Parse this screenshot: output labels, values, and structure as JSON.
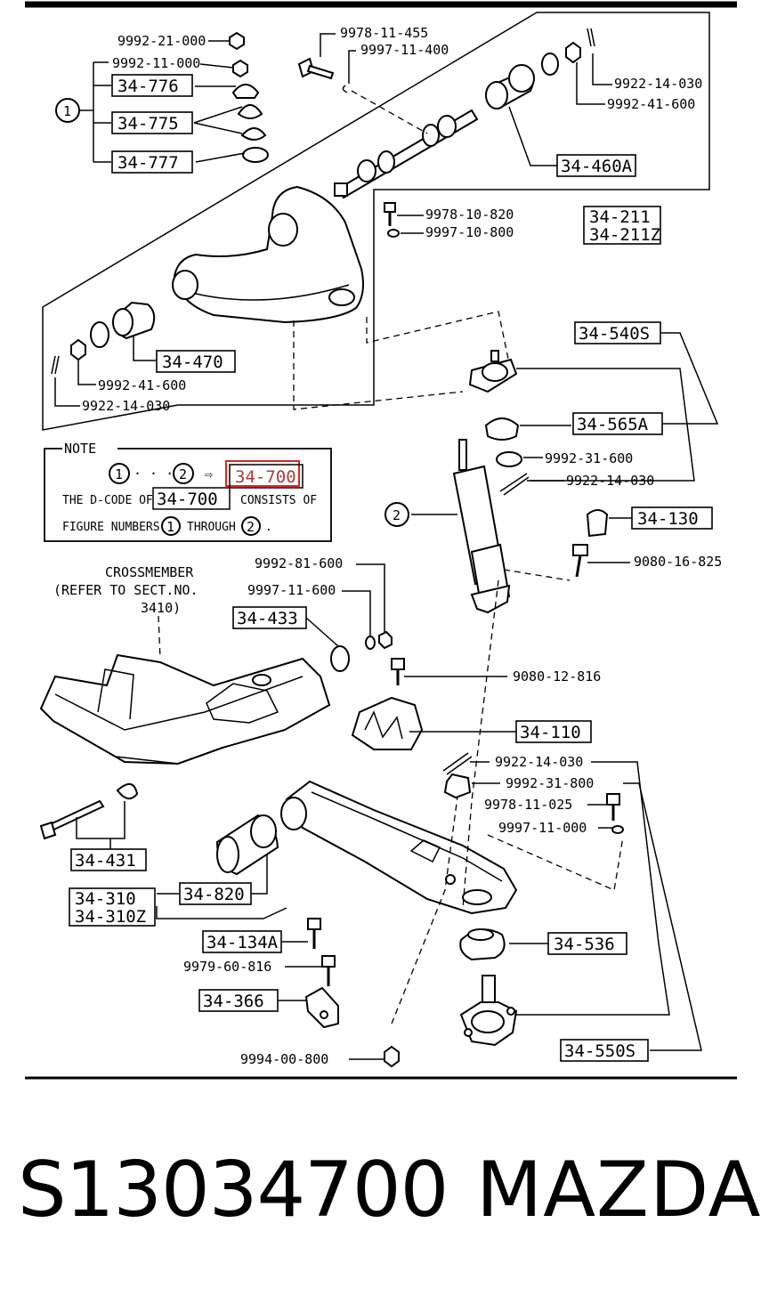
{
  "diagram": {
    "labels": {
      "l_9992_21_000": "9992-21-000",
      "l_9992_11_000": "9992-11-000",
      "l_9978_11_455": "9978-11-455",
      "l_9997_11_400": "9997-11-400",
      "l_9922_14_030_a": "9922-14-030",
      "l_9992_41_600_a": "9992-41-600",
      "l_9978_10_820": "9978-10-820",
      "l_9997_10_800": "9997-10-800",
      "l_9992_41_600_b": "9992-41-600",
      "l_9922_14_030_b": "9922-14-030",
      "l_9992_31_600": "9992-31-600",
      "l_9922_14_030_c": "9922-14-030",
      "l_9080_16_825": "9080-16-825",
      "l_9992_81_600": "9992-81-600",
      "l_9997_11_600": "9997-11-600",
      "l_9080_12_816": "9080-12-816",
      "l_9922_14_030_d": "9922-14-030",
      "l_9992_31_800": "9992-31-800",
      "l_9978_11_025": "9978-11-025",
      "l_9997_11_000": "9997-11-000",
      "l_9979_60_816": "9979-60-816",
      "l_9994_00_800": "9994-00-800"
    },
    "boxes": {
      "b_34_776": "34-776",
      "b_34_775": "34-775",
      "b_34_777": "34-777",
      "b_34_460A": "34-460A",
      "b_34_211": "34-211",
      "b_34_211Z": "34-211Z",
      "b_34_470": "34-470",
      "b_34_540S": "34-540S",
      "b_34_565A": "34-565A",
      "b_34_130": "34-130",
      "b_34_433": "34-433",
      "b_34_110": "34-110",
      "b_34_431": "34-431",
      "b_34_310": "34-310",
      "b_34_310Z": "34-310Z",
      "b_34_820": "34-820",
      "b_34_134A": "34-134A",
      "b_34_366": "34-366",
      "b_34_536": "34-536",
      "b_34_550S": "34-550S"
    },
    "figure_markers": {
      "one": "1",
      "two": "2"
    },
    "note": {
      "title": "NOTE",
      "range_sep": "· · ·",
      "arrow": "⇨",
      "code": "34-700",
      "line2_pre": "THE D-CODE OF",
      "line2_post": "CONSISTS OF",
      "line3_pre": "FIGURE NUMBERS",
      "line3_mid": "THROUGH",
      "line3_end": "."
    },
    "crossmember": {
      "line1": "CROSSMEMBER",
      "line2": "(REFER TO SECT.NO.",
      "line3": "3410)"
    },
    "highlight_color": "#e0261b"
  },
  "footer": {
    "part_number": "S13034700",
    "brand": "MAZDA"
  }
}
